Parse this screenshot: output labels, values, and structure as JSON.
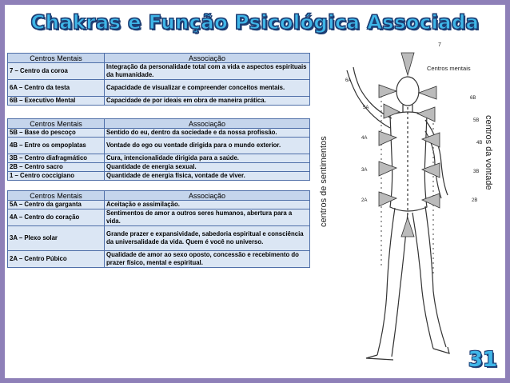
{
  "title": "Chakras e Função Psicológica Associada",
  "page_number": "31",
  "tables": [
    {
      "headers": [
        "Centros Mentais",
        "Associação"
      ],
      "rows": [
        [
          "7 – Centro da coroa",
          "Integração da personalidade total com a vida e aspectos espirituais da humanidade."
        ],
        [
          "6A – Centro da testa",
          "Capacidade de visualizar e compreender conceitos mentais."
        ],
        [
          "6B – Executivo Mental",
          "Capacidade de por ideais em obra de maneira prática."
        ]
      ]
    },
    {
      "headers": [
        "Centros Mentais",
        "Associação"
      ],
      "rows": [
        [
          "5B – Base do pescoço",
          "Sentido do eu, dentro da sociedade e da nossa profissão."
        ],
        [
          "4B – Entre os ompoplatas",
          "Vontade do ego ou vontade dirigida para o mundo exterior."
        ],
        [
          "3B – Centro diafragmático",
          "Cura, intencionalidade dirigida para a saúde."
        ],
        [
          "2B – Centro sacro",
          "Quantidade de energia sexual."
        ],
        [
          "1 – Centro coccigiano",
          "Quantidade de energia física, vontade de viver."
        ]
      ]
    },
    {
      "headers": [
        "Centros Mentais",
        "Associação"
      ],
      "rows": [
        [
          "5A – Centro da garganta",
          "Aceitação e assimilação."
        ],
        [
          "4A – Centro do coração",
          "Sentimentos de amor a outros seres humanos, abertura para a vida."
        ],
        [
          "3A – Plexo solar",
          "Grande prazer e expansividade, sabedoria espiritual e consciência da universalidade da vida. Quem é você no universo."
        ],
        [
          "2A – Centro Púbico",
          "Qualidade de amor ao sexo oposto, concessão e recebimento do prazer físico, mental e espiritual."
        ]
      ]
    }
  ],
  "figure": {
    "labels": {
      "centros_mentais": "Centros mentais",
      "centros_sentimentos": "centros de sentimentos",
      "centros_vontade": "centros da vontade",
      "n7": "7",
      "n6A": "6A",
      "n6B": "6B",
      "n5A": "5A",
      "n5B": "5B",
      "n4A": "4A",
      "n4B": "4B",
      "n3A": "3A",
      "n3B": "3B",
      "n2A": "2A",
      "n2B": "2B"
    }
  },
  "colors": {
    "frame": "#8e80b8",
    "title_fill": "#3fb6e8",
    "title_outline": "#1d3d73",
    "table_header": "#c5d5ec",
    "table_cell": "#dbe6f4",
    "table_border": "#4f6fa8"
  }
}
